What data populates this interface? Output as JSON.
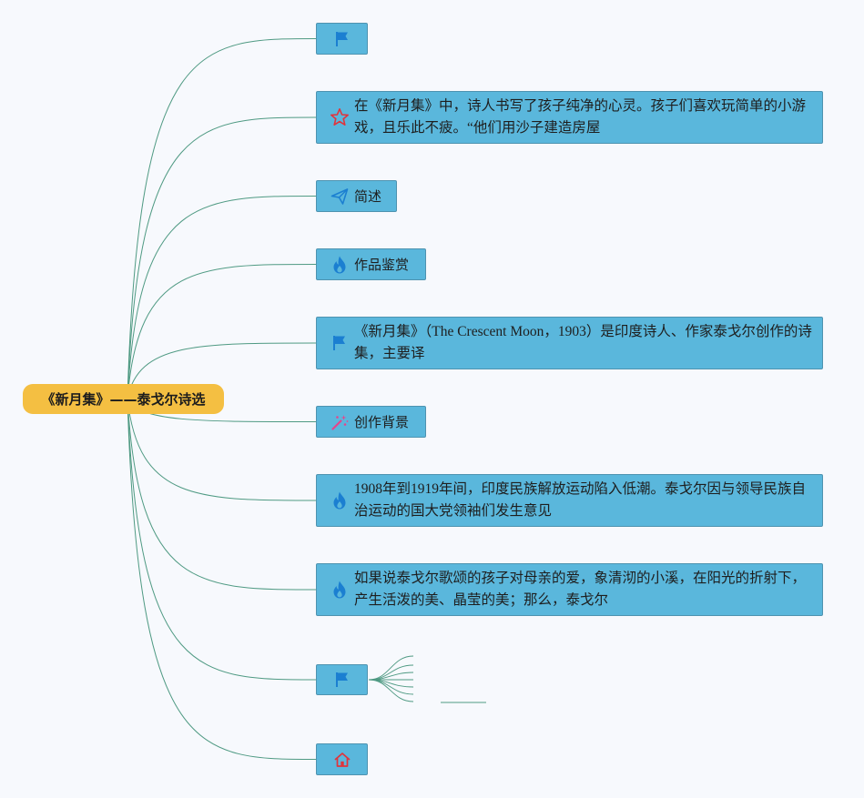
{
  "root": {
    "label": "《新月集》——泰戈尔诗选"
  },
  "nodes": [
    {
      "icon": "flag-icon",
      "text": ""
    },
    {
      "icon": "star-icon",
      "text": "在《新月集》中，诗人书写了孩子纯净的心灵。孩子们喜欢玩简单的小游戏，且乐此不疲。“他们用沙子建造房屋"
    },
    {
      "icon": "paper-plane-icon",
      "text": "简述"
    },
    {
      "icon": "flame-icon",
      "text": "作品鉴赏"
    },
    {
      "icon": "flag-icon",
      "text": "《新月集》（The Crescent Moon，1903）是印度诗人、作家泰戈尔创作的诗集，主要译"
    },
    {
      "icon": "magic-wand-icon",
      "text": "创作背景"
    },
    {
      "icon": "flame-icon",
      "text": "1908年到1919年间，印度民族解放运动陷入低潮。泰戈尔因与领导民族自治运动的国大党领袖们发生意见"
    },
    {
      "icon": "flame-icon",
      "text": "如果说泰戈尔歌颂的孩子对母亲的爱，象清沏的小溪，在阳光的折射下，产生活泼的美、晶莹的美；那么，泰戈尔"
    },
    {
      "icon": "flag-icon",
      "text": ""
    },
    {
      "icon": "home-icon",
      "text": ""
    }
  ],
  "colors": {
    "root_fill": "#f4bf42",
    "node_fill": "#5ab7dc",
    "node_border": "#4e93b0",
    "connector": "#4f9a83",
    "icon_blue": "#1b7fd1",
    "icon_red": "#e0343c",
    "icon_pink": "#e6458c"
  }
}
